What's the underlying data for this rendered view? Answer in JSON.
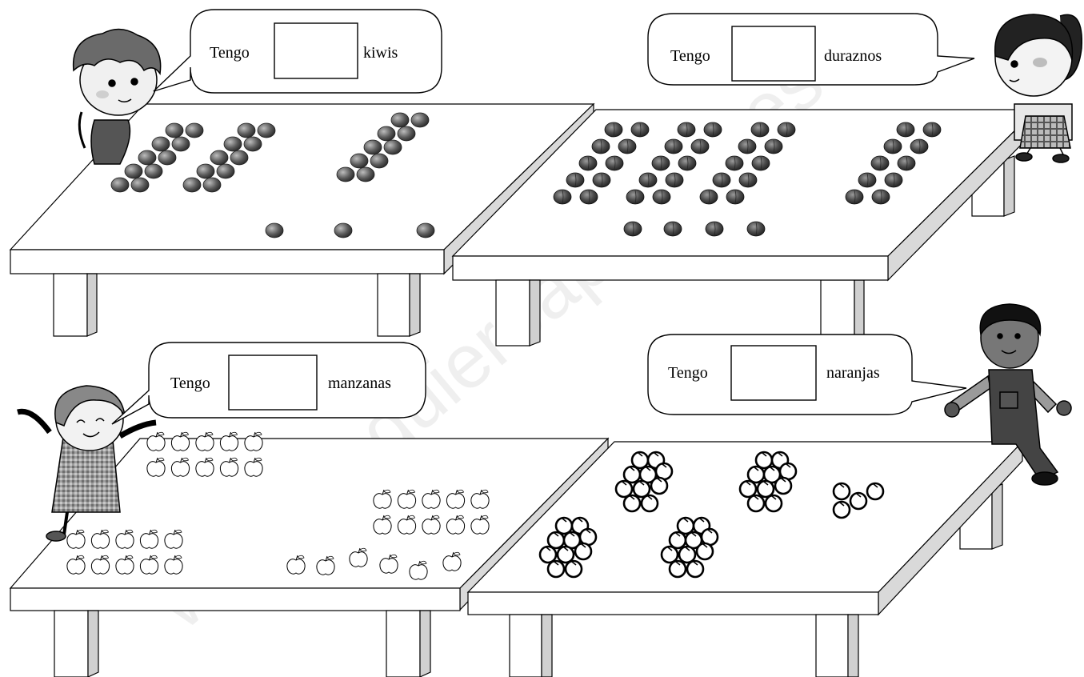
{
  "watermark": "www.yoquieroaprobar.es",
  "bubbles": [
    {
      "id": "kiwis",
      "prefix": "Tengo",
      "fruit": "kiwis",
      "answer": ""
    },
    {
      "id": "duraznos",
      "prefix": "Tengo",
      "fruit": "duraznos",
      "answer": ""
    },
    {
      "id": "manzanas",
      "prefix": "Tengo",
      "fruit": "manzanas",
      "answer": ""
    },
    {
      "id": "naranjas",
      "prefix": "Tengo",
      "fruit": "naranjas",
      "answer": ""
    }
  ],
  "tables": [
    {
      "fruit": "kiwi",
      "groups": [
        10,
        10,
        10
      ],
      "loose": 3
    },
    {
      "fruit": "durazno",
      "groups": [
        10,
        10,
        10,
        10
      ],
      "loose": 4
    },
    {
      "fruit": "manzana",
      "groups": [
        10,
        10,
        10
      ],
      "loose": 6
    },
    {
      "fruit": "naranja",
      "groups": [
        10,
        10,
        10,
        10
      ],
      "loose": 4
    }
  ],
  "colors": {
    "ink": "#000000",
    "tableTop": "#ffffff",
    "tableSide": "#d9d9d9",
    "fruitDark": "#444444"
  }
}
